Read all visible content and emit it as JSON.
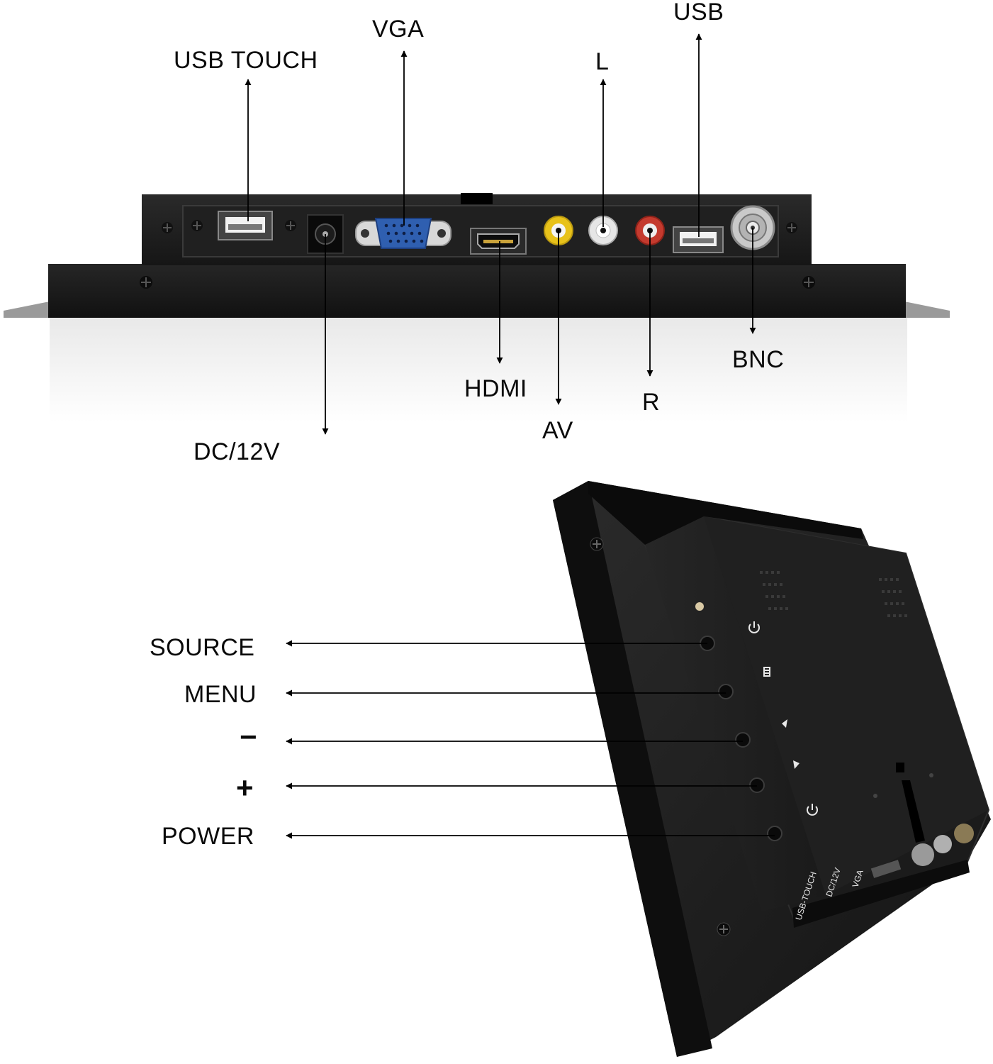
{
  "top_view": {
    "labels": {
      "usb_touch": "USB TOUCH",
      "vga": "VGA",
      "l": "L",
      "usb": "USB",
      "dc12v": "DC/12V",
      "hdmi": "HDMI",
      "av": "AV",
      "r": "R",
      "bnc": "BNC"
    }
  },
  "side_view": {
    "labels": {
      "source": "SOURCE",
      "menu": "MENU",
      "minus": "−",
      "plus": "+",
      "power": "POWER"
    },
    "panel_text": {
      "usb_touch": "USB-TOUCH",
      "dc12v": "DC/12V",
      "vga": "VGA"
    }
  },
  "colors": {
    "device": "#1c1c1c",
    "device_dark": "#0e0e0e",
    "vga_blue": "#2f5fb0",
    "av_yellow": "#e8c21a",
    "audio_red": "#c43a2e",
    "audio_white": "#e6e6e6",
    "bnc_silver": "#c9c9c9"
  },
  "icons": [
    "power-icon",
    "menu-icon",
    "up-triangle-icon",
    "down-triangle-icon",
    "power-icon-lower"
  ]
}
